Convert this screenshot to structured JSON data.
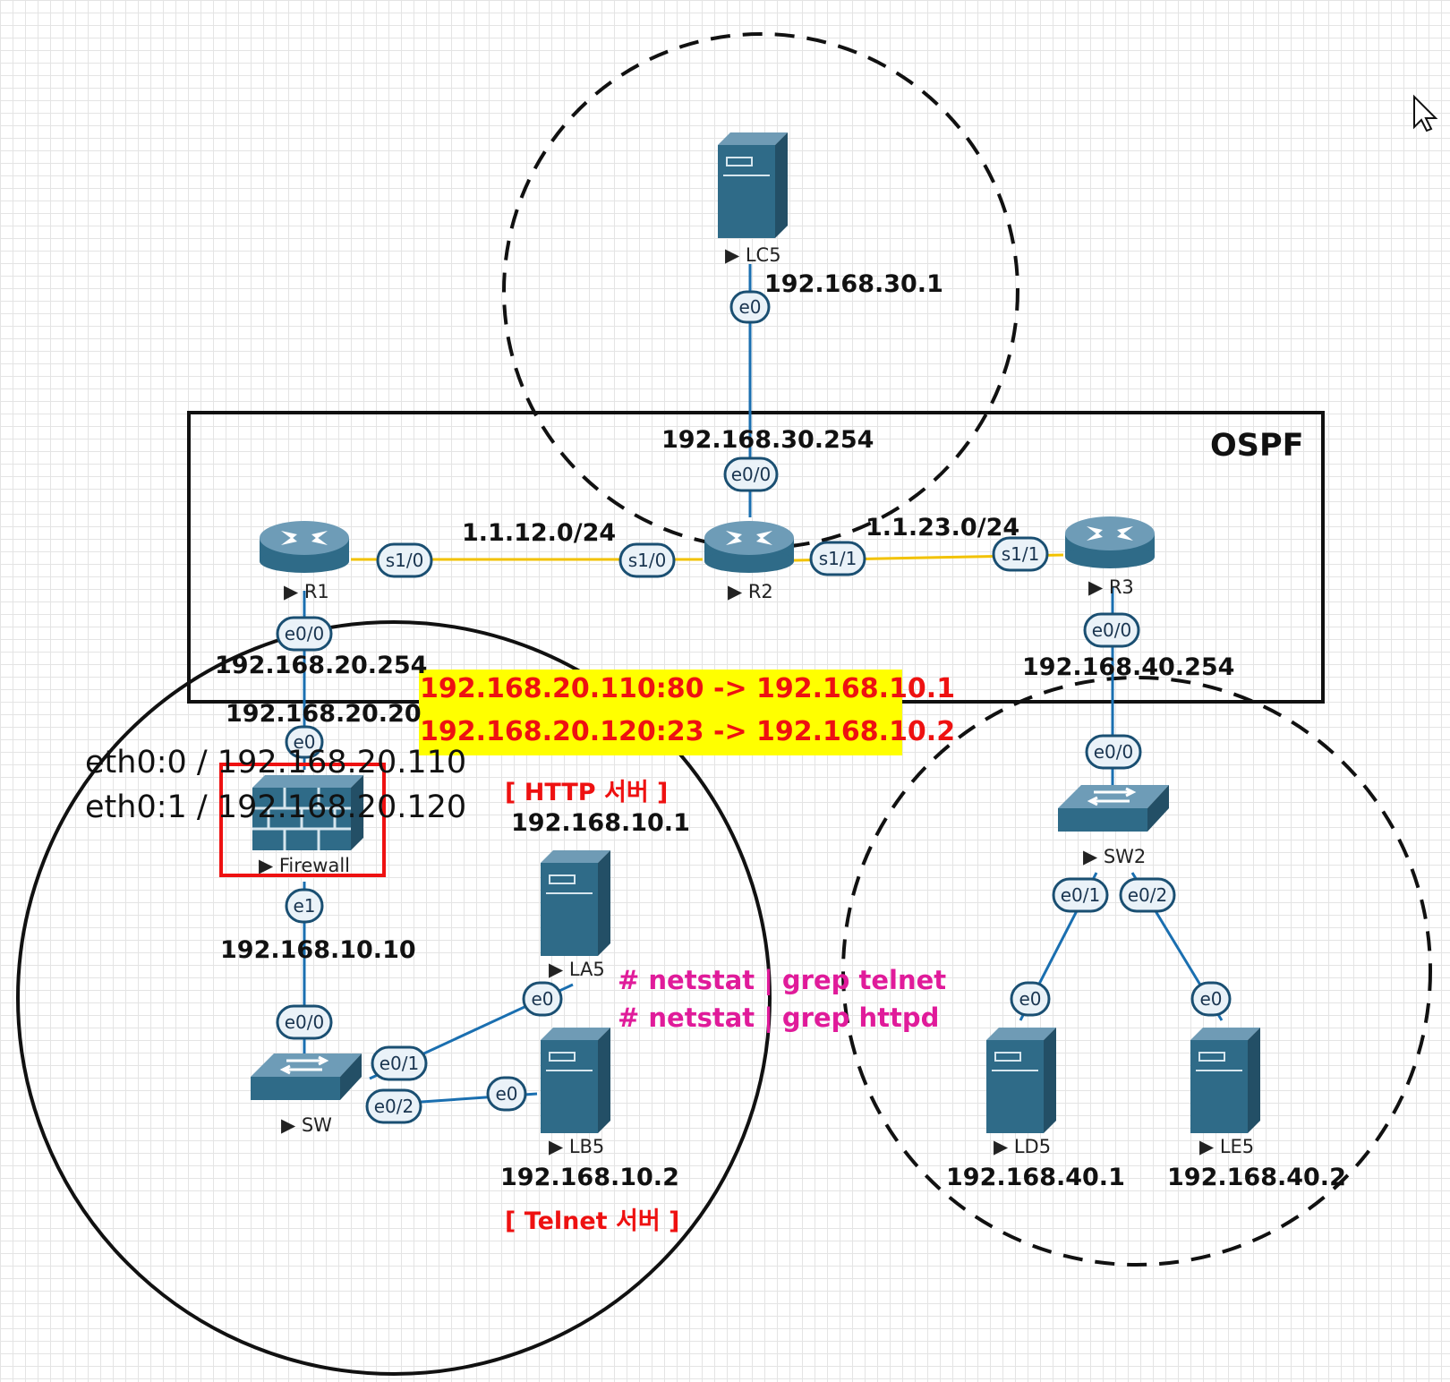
{
  "zone_label": "OSPF",
  "devices": {
    "lc5": "▶ LC5",
    "r1": "▶ R1",
    "r2": "▶ R2",
    "r3": "▶ R3",
    "firewall": "▶ Firewall",
    "sw": "▶ SW",
    "sw2": "▶ SW2",
    "la5": "▶ LA5",
    "lb5": "▶ LB5",
    "ld5": "▶ LD5",
    "le5": "▶ LE5"
  },
  "interfaces": {
    "lc5_e0": "e0",
    "r2_e00": "e0/0",
    "r1_s10": "s1/0",
    "r2_s10": "s1/0",
    "r2_s11": "s1/1",
    "r3_s11": "s1/1",
    "r1_e00": "e0/0",
    "fw_e0": "e0",
    "fw_e1": "e1",
    "sw_e00": "e0/0",
    "sw_e01": "e0/1",
    "sw_e02": "e0/2",
    "la5_e0": "e0",
    "lb5_e0": "e0",
    "r3_e00": "e0/0",
    "sw2_e00": "e0/0",
    "sw2_e01": "e0/1",
    "sw2_e02": "e0/2",
    "ld5_e0": "e0",
    "le5_e0": "e0"
  },
  "addresses": {
    "lc5": "192.168.30.1",
    "r2_e00": "192.168.30.254",
    "net_12": "1.1.12.0/24",
    "net_23": "1.1.23.0/24",
    "r1_e00": "192.168.20.254",
    "fw_e0": "192.168.20.20",
    "fw_e1": "192.168.10.10",
    "la5": "192.168.10.1",
    "lb5": "192.168.10.2",
    "r3_e00": "192.168.40.254",
    "ld5": "192.168.40.1",
    "le5": "192.168.40.2"
  },
  "aliases": {
    "eth00": "eth0:0 / 192.168.20.110",
    "eth01": "eth0:1 / 192.168.20.120"
  },
  "nat_rules": {
    "rule1": "192.168.20.110:80 -> 192.168.10.1",
    "rule2": "192.168.20.120:23 -> 192.168.10.2"
  },
  "server_roles": {
    "http": "[ HTTP 서버 ]",
    "telnet": "[ Telnet 서버 ]"
  },
  "commands": {
    "cmd1": "# netstat | grep telnet",
    "cmd2": "# netstat | grep httpd"
  },
  "colors": {
    "cable": "#1a6fb0",
    "serial": "#f2c200",
    "device": "#2f6b88",
    "highlight": "#ffff00",
    "alert": "#ee1111",
    "note": "#e01b9a"
  }
}
